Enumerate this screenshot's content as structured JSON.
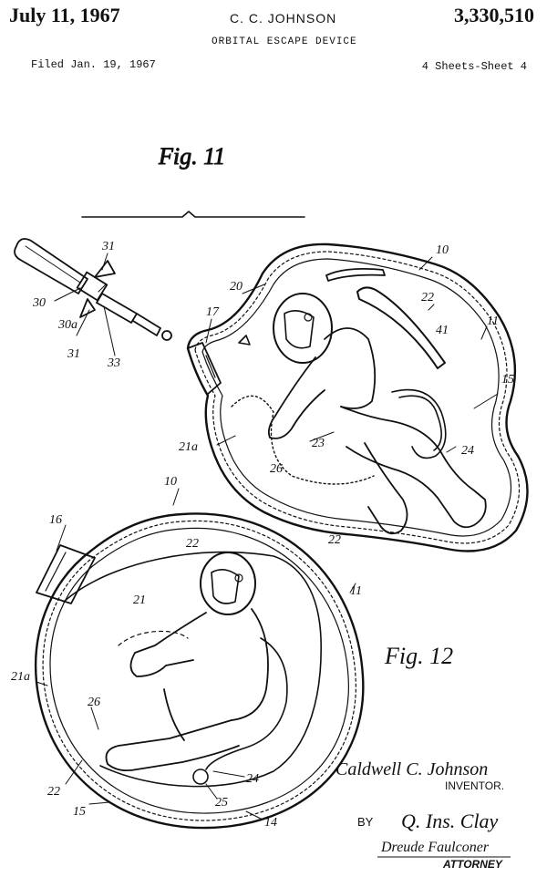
{
  "header": {
    "date": "July 11, 1967",
    "inventor_short": "C. C. JOHNSON",
    "patent_number": "3,330,510",
    "title": "ORBITAL ESCAPE DEVICE",
    "filed": "Filed Jan. 19, 1967",
    "sheets": "4 Sheets-Sheet 4"
  },
  "figures": {
    "fig11_label": "Fig. 11",
    "fig12_label": "Fig. 12"
  },
  "reference_numerals": {
    "fig11": {
      "n10": "10",
      "n11": "11",
      "n15": "15",
      "n17": "17",
      "n20": "20",
      "n21a": "21a",
      "n22a": "22",
      "n22b": "22",
      "n23": "23",
      "n24": "24",
      "n26": "26",
      "n30": "30",
      "n30a": "30a",
      "n31a": "31",
      "n31b": "31",
      "n33": "33",
      "n41": "41"
    },
    "fig12": {
      "n10": "10",
      "n11": "11",
      "n14": "14",
      "n15": "15",
      "n16": "16",
      "n21": "21",
      "n21a": "21a",
      "n22a": "22",
      "n22b": "22",
      "n24": "24",
      "n25": "25",
      "n26": "26"
    }
  },
  "signature_block": {
    "inventor_name": "Caldwell C. Johnson",
    "inventor_caption": "INVENTOR.",
    "by": "BY",
    "attorney_sig1": "Q. Ins. Clay",
    "attorney_sig2": "Dreude Faulconer",
    "attorney_caption": "ATTORNEY"
  }
}
